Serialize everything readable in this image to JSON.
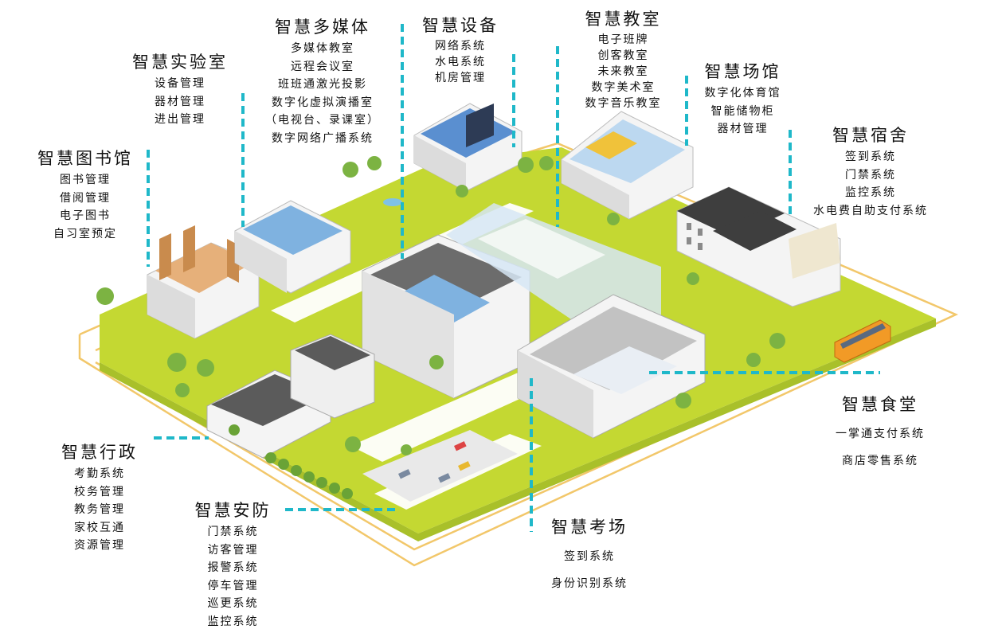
{
  "categories": {
    "library": {
      "title": "智慧图书馆",
      "items": [
        "图书管理",
        "借阅管理",
        "电子图书",
        "自习室预定"
      ]
    },
    "lab": {
      "title": "智慧实验室",
      "items": [
        "设备管理",
        "器材管理",
        "进出管理"
      ]
    },
    "multimedia": {
      "title": "智慧多媒体",
      "items": [
        "多媒体教室",
        "远程会议室",
        "班班通激光投影",
        "数字化虚拟演播室",
        "（电视台、录课室）",
        "数字网络广播系统"
      ]
    },
    "equipment": {
      "title": "智慧设备",
      "items": [
        "网络系统",
        "水电系统",
        "机房管理"
      ]
    },
    "classroom": {
      "title": "智慧教室",
      "items": [
        "电子班牌",
        "创客教室",
        "未来教室",
        "数字美术室",
        "数字音乐教室"
      ]
    },
    "venue": {
      "title": "智慧场馆",
      "items": [
        "数字化体育馆",
        "智能储物柜",
        "器材管理"
      ]
    },
    "dorm": {
      "title": "智慧宿舍",
      "items": [
        "签到系统",
        "门禁系统",
        "监控系统",
        "水电费自助支付系统"
      ]
    },
    "canteen": {
      "title": "智慧食堂",
      "items": [
        "一掌通支付系统",
        "商店零售系统"
      ]
    },
    "exam": {
      "title": "智慧考场",
      "items": [
        "签到系统",
        "身份识别系统"
      ]
    },
    "security": {
      "title": "智慧安防",
      "items": [
        "门禁系统",
        "访客管理",
        "报警系统",
        "停车管理",
        "巡更系统",
        "监控系统"
      ]
    },
    "admin": {
      "title": "智慧行政",
      "items": [
        "考勤系统",
        "校务管理",
        "教务管理",
        "家校互通",
        "资源管理"
      ]
    }
  },
  "colors": {
    "connector": "#1fb8c9",
    "lawn": "#c4d832",
    "lawn_dark": "#a9c02a",
    "path": "#f2c76a",
    "roof": "#4a4a4a",
    "wall": "#f4f4f4"
  }
}
